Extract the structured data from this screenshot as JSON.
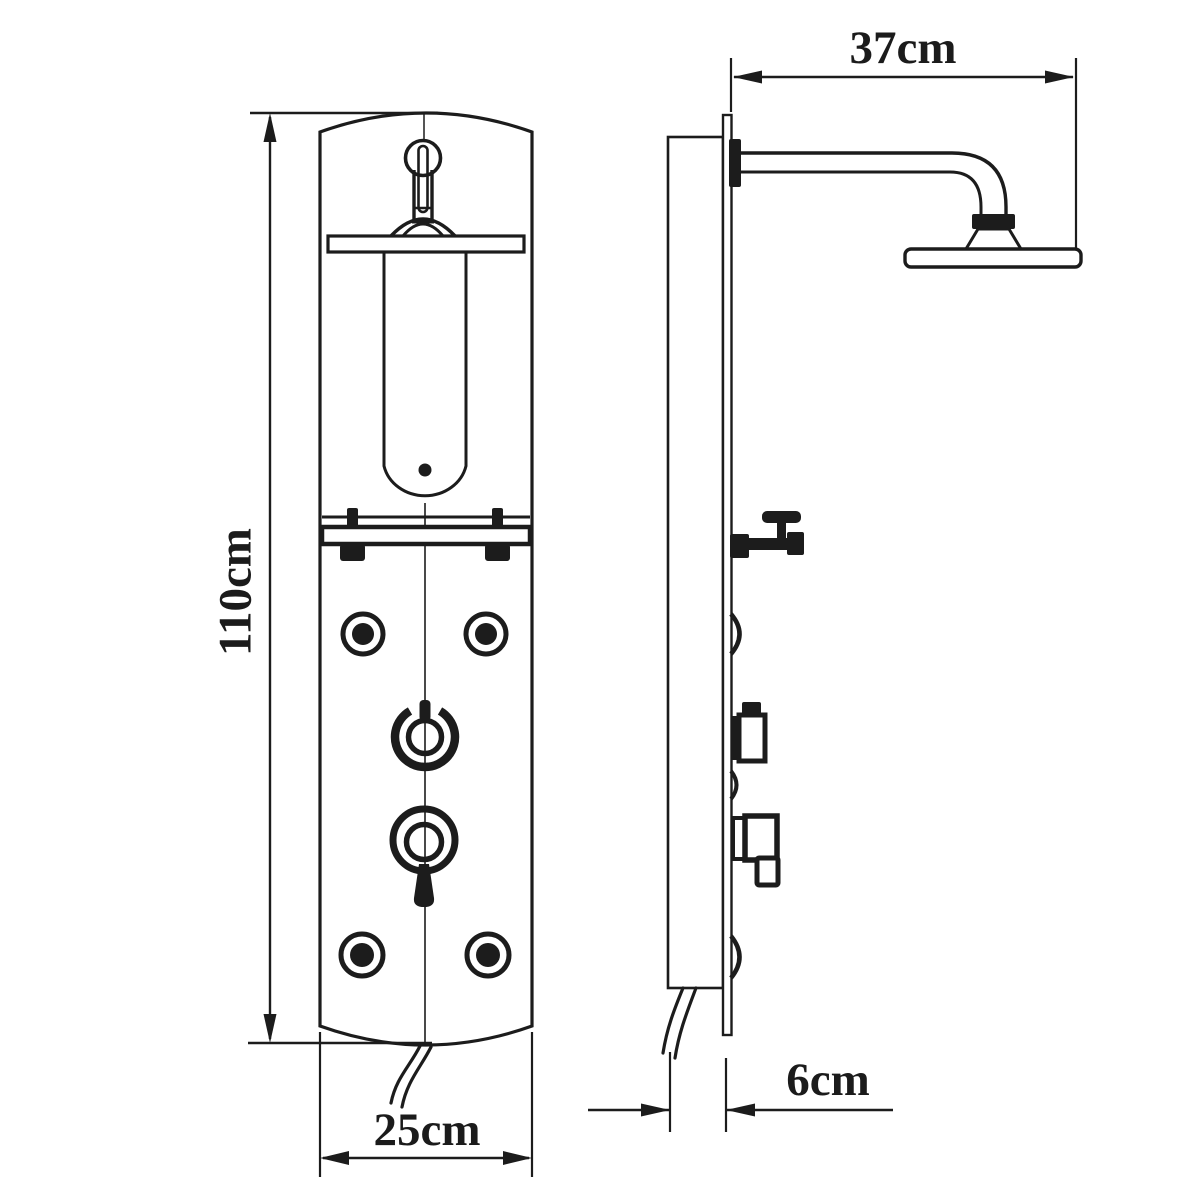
{
  "drawing": {
    "colors": {
      "line": "#1c1c1c",
      "background": "#ffffff"
    },
    "dimensions": {
      "height_label": "110cm",
      "width_label": "25cm",
      "arm_reach_label": "37cm",
      "depth_label": "6cm"
    }
  }
}
